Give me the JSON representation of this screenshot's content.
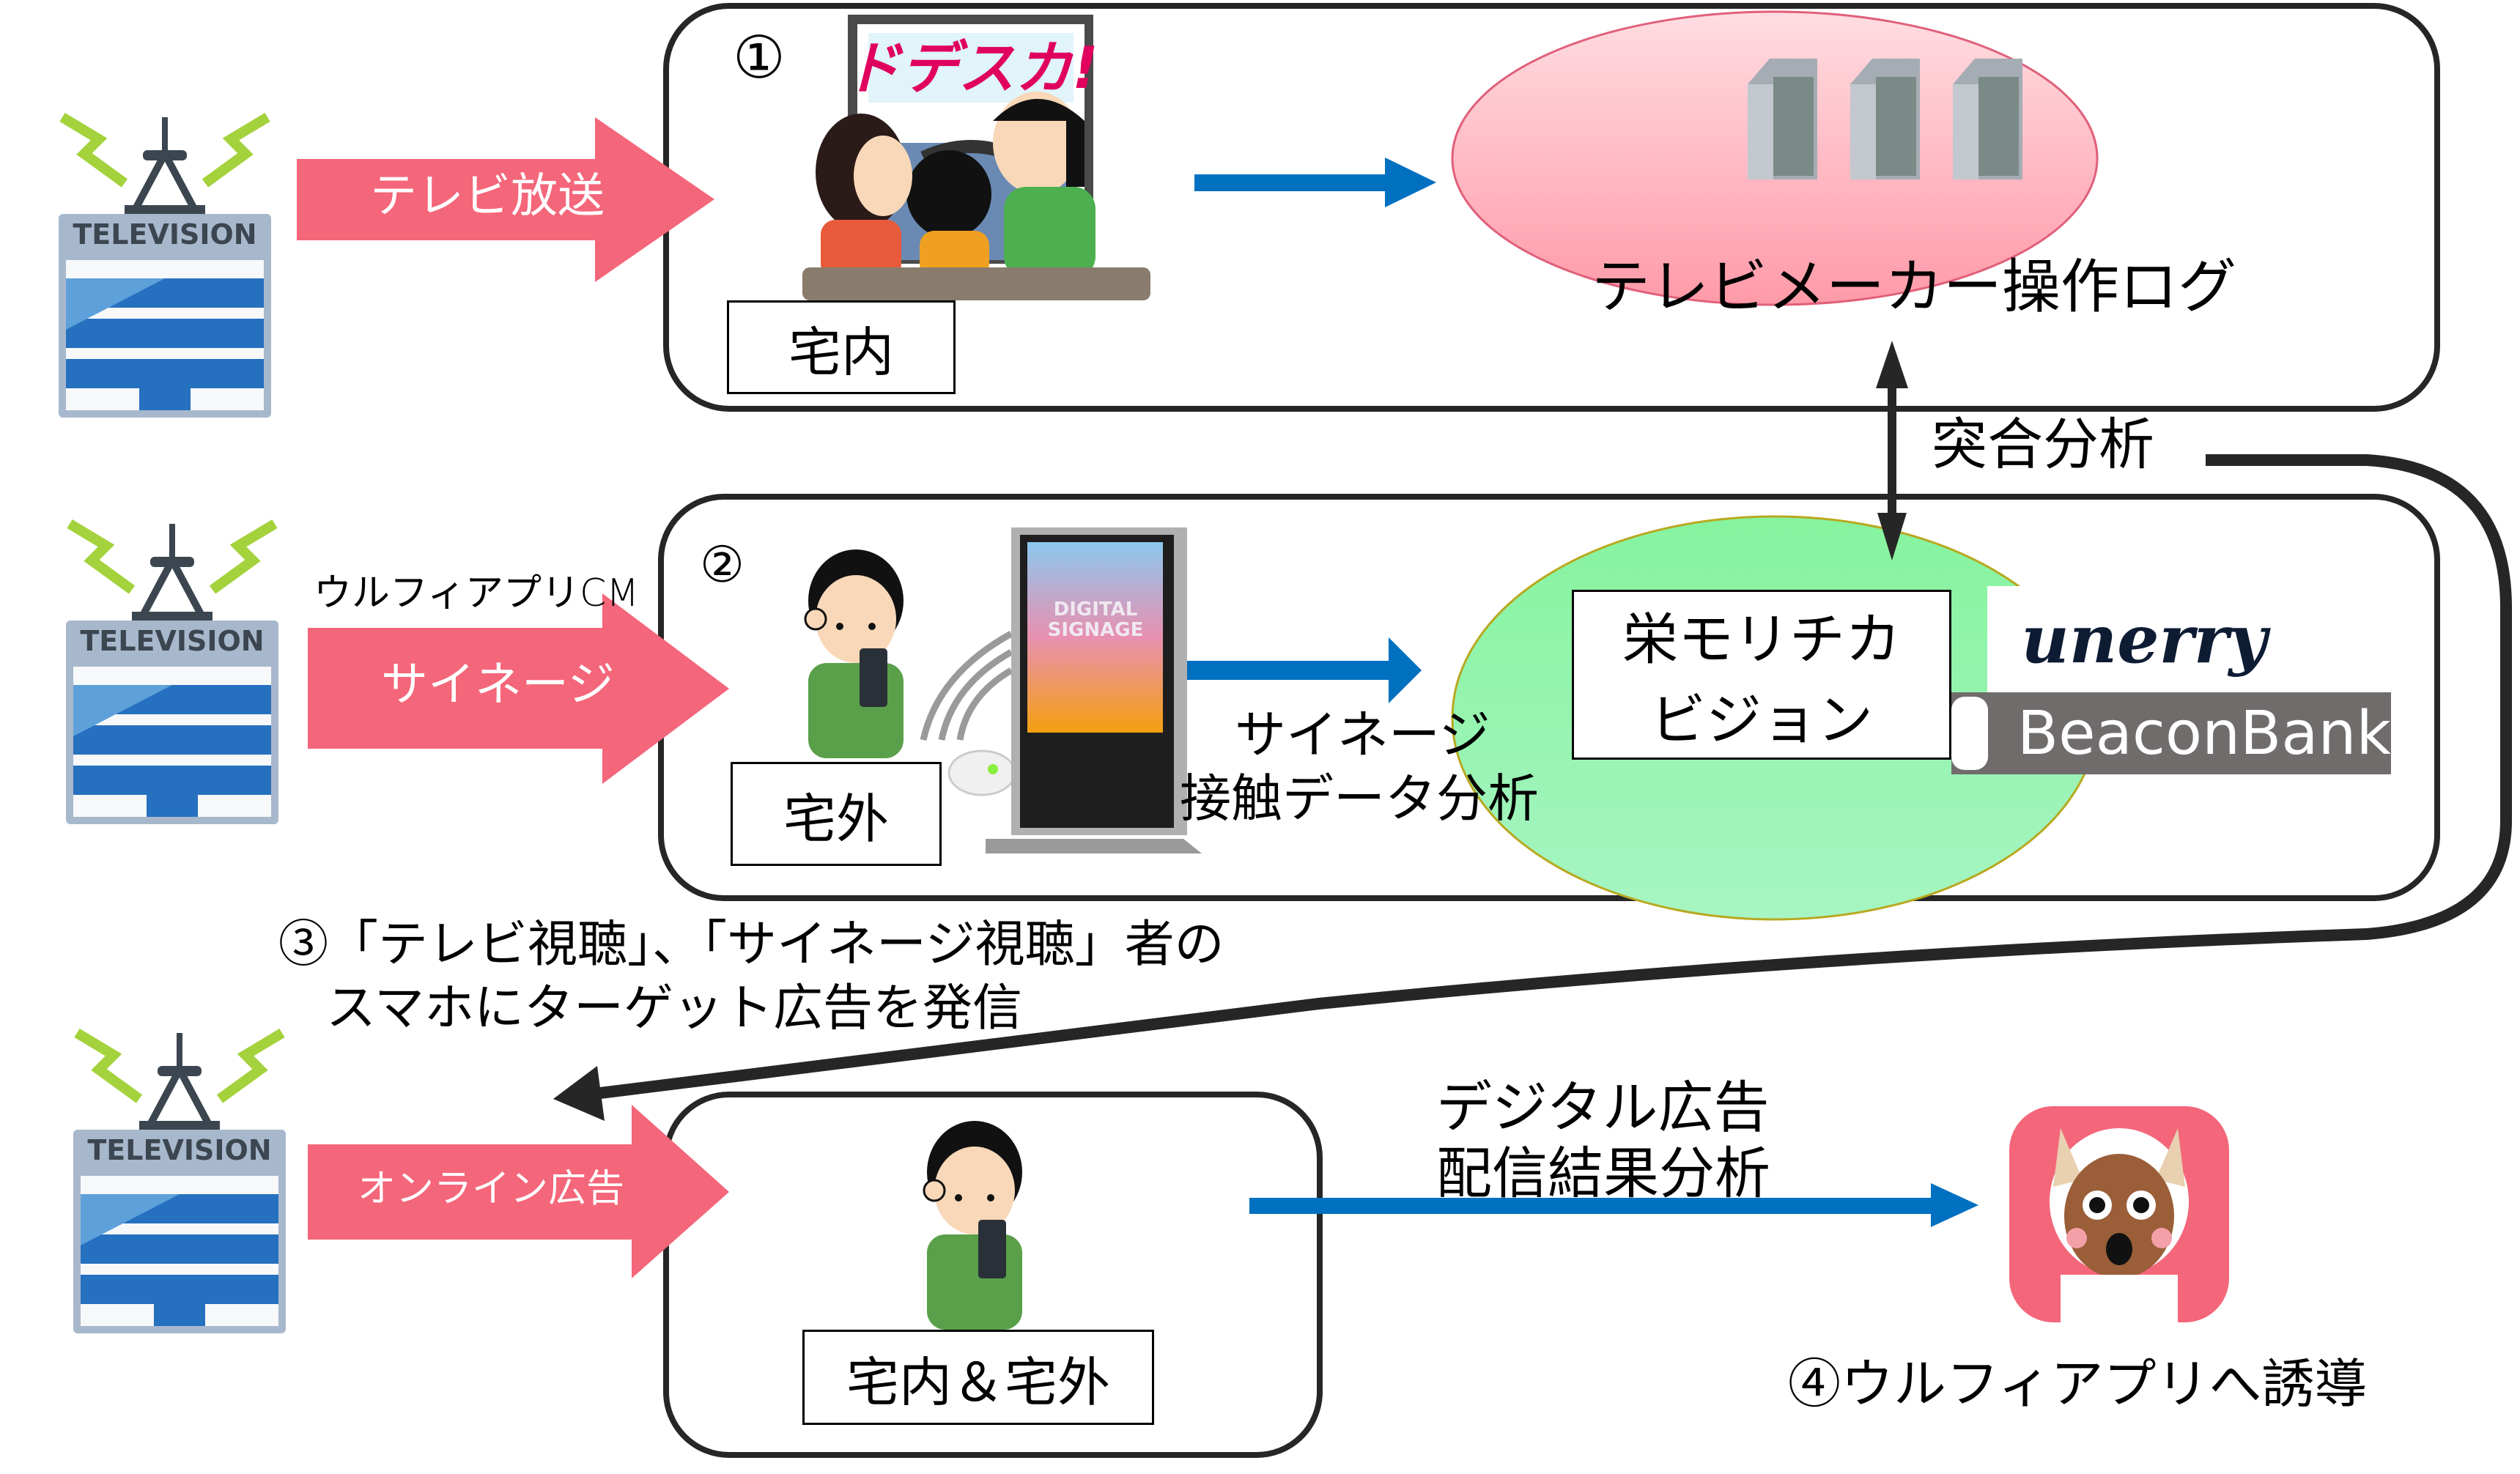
{
  "colors": {
    "broadcast_arrow": "#F4667A",
    "data_arrow": "#0070C0",
    "panel_border": "#262626",
    "tv_log_ellipse": "#FFB6C1",
    "vision_ellipse": "#90F0A8",
    "beaconbank_bg": "#716C6C",
    "app_icon_bg": "#F4667A"
  },
  "broadcasters": [
    {
      "sign": "TELEVISION",
      "channel_label": "テレビ放送",
      "caption": ""
    },
    {
      "sign": "TELEVISION",
      "channel_label": "サイネージ",
      "caption": "ウルフィアプリCM"
    },
    {
      "sign": "TELEVISION",
      "channel_label": "オンライン広告",
      "caption": ""
    }
  ],
  "step1": {
    "number": "①",
    "tv_screen_logo": "ドデスカ!",
    "location_label": "宅内",
    "target_label": "テレビメーカー操作ログ"
  },
  "match_analysis_label": "突合分析",
  "step2": {
    "number": "②",
    "signage_screen_text": [
      "DIGITAL",
      "SIGNAGE"
    ],
    "location_label": "宅外",
    "arrow_label": [
      "サイネージ",
      "接触データ分析"
    ],
    "target_label": [
      "栄モリチカ",
      "ビジョン"
    ],
    "partner_logos": [
      "unerry",
      "BeaconBank"
    ]
  },
  "step3": {
    "caption": [
      "③「テレビ視聴」、「サイネージ視聴」者の",
      "スマホにターゲット広告を発信"
    ],
    "location_label": "宅内＆宅外"
  },
  "step4": {
    "arrow_label": [
      "デジタル広告",
      "配信結果分析"
    ],
    "caption": "④ウルフィアプリへ誘導"
  }
}
